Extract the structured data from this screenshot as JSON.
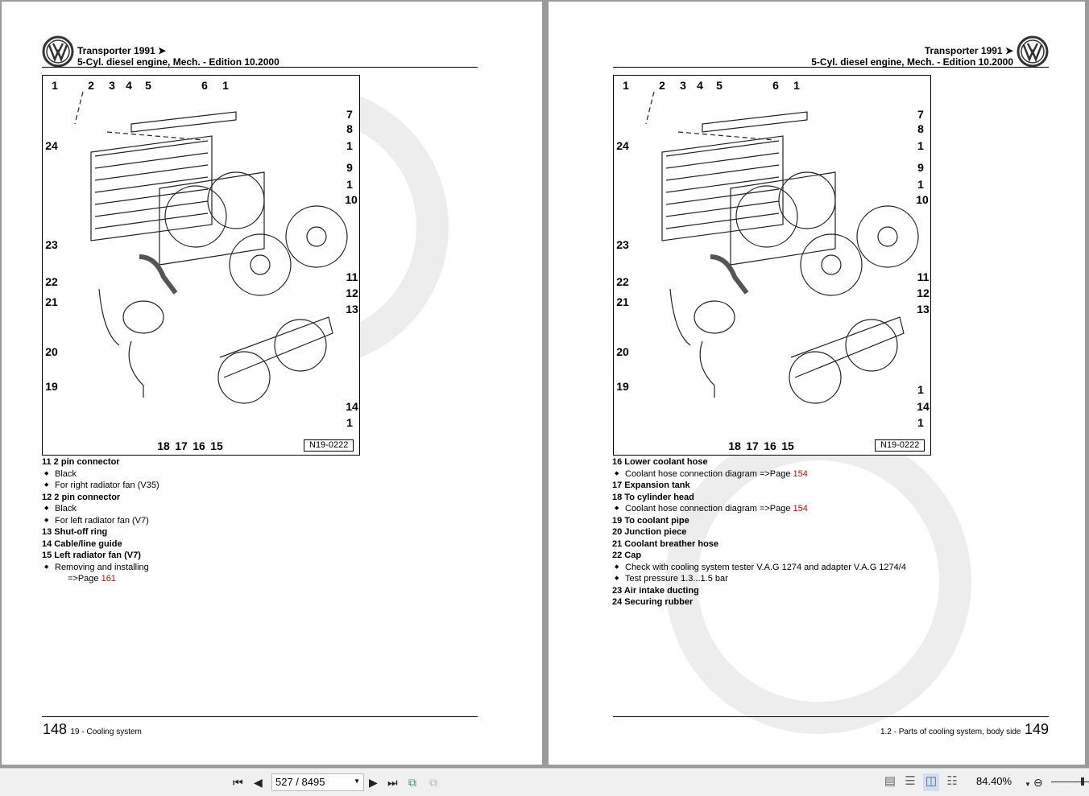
{
  "left_page": {
    "header": {
      "line1": "Transporter 1991 ➤",
      "line2": "5-Cyl. diesel engine, Mech. - Edition 10.2000"
    },
    "diagram": {
      "code": "N19-0222",
      "callouts": [
        "1",
        "2",
        "3",
        "4",
        "5",
        "6",
        "1",
        "7",
        "8",
        "1",
        "9",
        "1",
        "10",
        "11",
        "12",
        "13",
        "14",
        "1",
        "24",
        "23",
        "22",
        "21",
        "20",
        "19",
        "18",
        "17",
        "16",
        "15"
      ]
    },
    "items": [
      {
        "title": "11 2 pin connector",
        "bullets": [
          "Black",
          "For right radiator fan (V35)"
        ]
      },
      {
        "title": "12 2 pin connector",
        "bullets": [
          "Black",
          "For left radiator fan (V7)"
        ]
      },
      {
        "title": "13 Shut-off ring",
        "bullets": []
      },
      {
        "title": "14 Cable/line guide",
        "bullets": []
      },
      {
        "title": "15 Left radiator fan (V7)",
        "bullets": [
          "Removing and installing"
        ],
        "link_prefix": "=>Page ",
        "link_page": "161"
      }
    ],
    "footer": {
      "page_number": "148",
      "section": "19 - Cooling system"
    }
  },
  "right_page": {
    "header": {
      "line1": "Transporter 1991 ➤",
      "line2": "5-Cyl. diesel engine, Mech. - Edition 10.2000"
    },
    "diagram": {
      "code": "N19-0222",
      "callouts": [
        "1",
        "2",
        "3",
        "4",
        "5",
        "6",
        "1",
        "7",
        "8",
        "1",
        "9",
        "1",
        "10",
        "11",
        "12",
        "13",
        "14",
        "1",
        "24",
        "23",
        "22",
        "21",
        "20",
        "19",
        "18",
        "17",
        "16",
        "15",
        "1"
      ]
    },
    "items": [
      {
        "title": "16 Lower coolant hose",
        "bullets": [
          "Coolant hose connection diagram =>Page "
        ],
        "link_page": "154"
      },
      {
        "title": "17 Expansion tank",
        "bullets": []
      },
      {
        "title": "18 To cylinder head",
        "bullets": [
          "Coolant hose connection diagram =>Page "
        ],
        "link_page": "154"
      },
      {
        "title": "19 To coolant pipe",
        "bullets": []
      },
      {
        "title": "20 Junction piece",
        "bullets": []
      },
      {
        "title": "21 Coolant breather hose",
        "bullets": []
      },
      {
        "title": "22 Cap",
        "bullets": [
          "Check with cooling system tester V.A.G 1274 and adapter V.A.G 1274/4",
          "Test pressure 1.3...1.5 bar"
        ]
      },
      {
        "title": "23 Air intake ducting",
        "bullets": []
      },
      {
        "title": "24 Securing rubber",
        "bullets": []
      }
    ],
    "footer": {
      "page_number": "149",
      "section": "1.2 - Parts of cooling system, body side"
    }
  },
  "toolbar": {
    "page_field": "527 / 8495",
    "zoom": "84.40%",
    "icons": [
      "first-page-icon",
      "previous-page-icon",
      "next-page-icon",
      "last-page-icon",
      "previous-view-icon",
      "next-view-icon",
      "single-page-icon",
      "continuous-icon",
      "facing-icon",
      "continuous-facing-icon",
      "zoom-out-icon"
    ]
  },
  "colors": {
    "link": "#dd0000",
    "toolbar": "#f0f0f0",
    "background": "#9a9a9a"
  }
}
